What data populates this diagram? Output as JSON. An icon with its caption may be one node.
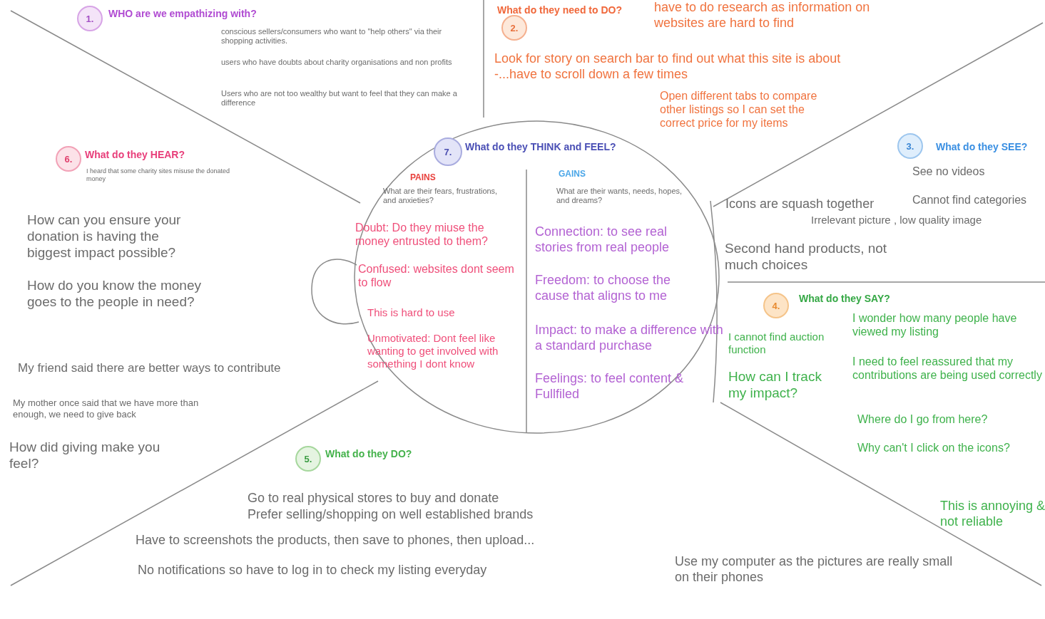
{
  "diagram": {
    "nodes": [
      {
        "text": [
          "1."
        ],
        "beside": [
          "WHO are we empathizing with?"
        ]
      },
      {
        "text": [
          "2."
        ],
        "beside": [
          "What do they need to DO?"
        ]
      },
      {
        "text": [
          "3."
        ],
        "beside": [
          "What do they SEE?"
        ]
      },
      {
        "text": [
          "4."
        ],
        "beside": [
          "What do they SAY?"
        ]
      },
      {
        "text": [
          "5."
        ],
        "beside": [
          "What do they DO?"
        ]
      },
      {
        "text": [
          "6."
        ],
        "beside": [
          "What do they HEAR?"
        ]
      },
      {
        "text": [
          "PAINS",
          "What are their fears, frustrations, and anxieties?",
          "Doubt: Do they miuse the money entrusted to them?",
          "Confused: websites dont seem to flow",
          "This is hard to use",
          "Unmotivated:  Dont feel like wanting to get involved with something I dont know",
          "GAINS",
          "What are their wants, needs, hopes, and dreams?",
          "Connection: to see real stories from real people",
          "Freedom: to choose the cause that aligns to me",
          "Impact: to make a difference with a standard purchase",
          "Feelings: to feel content & Fullfiled"
        ]
      },
      {
        "text": [
          "7."
        ],
        "beside": [
          "What do they THINK and FEEL?"
        ],
        "in": 6
      }
    ],
    "labels": [
      "conscious sellers/consumers who want to \"help others\" via their shopping activities.",
      "users who have doubts about charity organisations and non profits",
      "Users who are not too wealthy but want to feel that they can make a difference",
      "have to do research as information on websites are hard to find",
      "Look for story on search bar to find out what this site is about -...have to scroll down a few times",
      "Open different tabs to compare other listings so I can set the correct price for my items",
      "See no videos",
      "Icons are squash together",
      "Cannot find categories",
      "Irrelevant picture , low quality image",
      "Second hand products, not much choices",
      "I cannot find auction function",
      "I wonder how many people have viewed my listing",
      "How can I track my impact?",
      "I need to feel reassured that my contributions are being used correctly",
      "Where do I go from here?",
      "Why can't I click on the icons?",
      "This is annoying & not reliable",
      "Use my computer as the pictures are really small on their phones",
      "Go to real physical stores to buy and donate",
      "Prefer selling/shopping on well established brands",
      "Have to screenshots the products, then save to phones, then upload...",
      "No notifications so have to log in to check my listing everyday",
      "I heard that some charity sites misuse the donated money",
      "How can you ensure your donation is having the biggest impact possible?",
      "How do you know the money goes to the people in need?",
      "My friend said there are better ways to contribute",
      "My mother once said that we have more than enough, we need to give back",
      "How did giving make you feel?"
    ]
  }
}
